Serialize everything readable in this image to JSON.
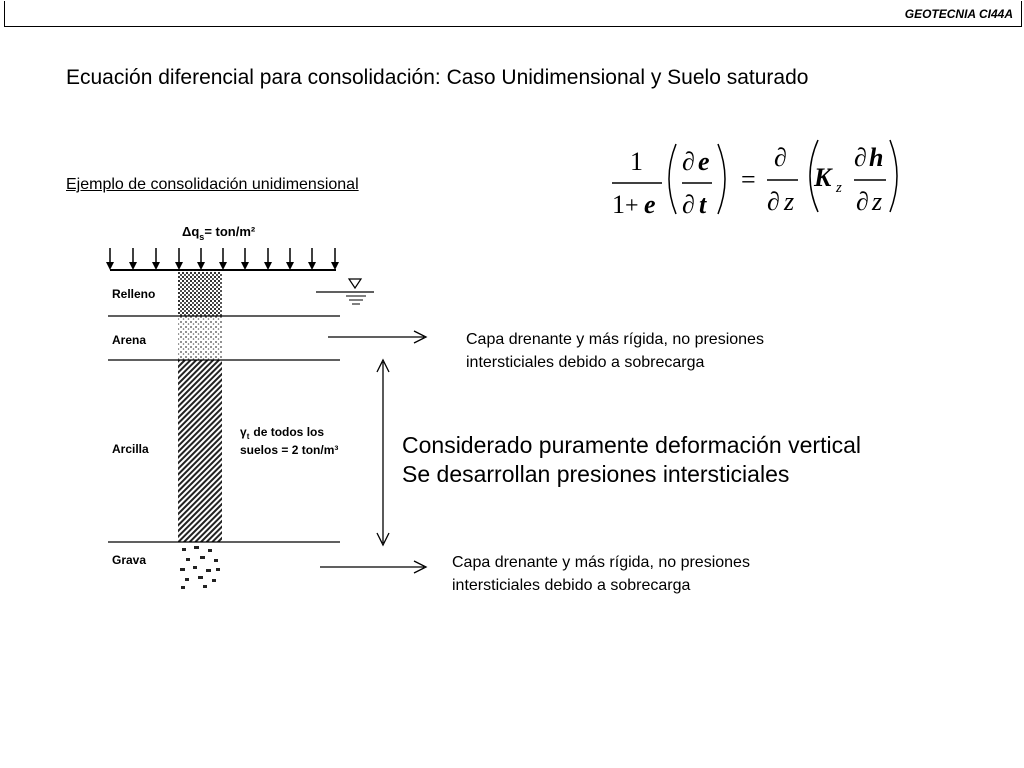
{
  "header": {
    "course_tag": "GEOTECNIA CI44A"
  },
  "title": "Ecuación diferencial para consolidación: Caso Unidimensional y Suelo saturado",
  "subtitle": "Ejemplo de consolidación unidimensional",
  "equation": {
    "lhs_numerator": "1",
    "lhs_denominator_one": "1",
    "lhs_denominator_plus": "+",
    "lhs_denominator_var": "e",
    "partial_symbol": "∂",
    "var_e": "e",
    "var_t": "t",
    "equals": "=",
    "var_z": "z",
    "coef_K": "K",
    "coef_sub": "z",
    "var_h": "h"
  },
  "diagram": {
    "load_label": "Δq",
    "load_subscript": "s",
    "load_units": "= ton/m²",
    "layers": [
      "Relleno",
      "Arena",
      "Arcilla",
      "Grava"
    ],
    "unit_weight_symbol": "γ",
    "unit_weight_subscript": "t",
    "unit_weight_line1": "de todos los",
    "unit_weight_line2": "suelos = 2 ton/m³"
  },
  "notes": {
    "top": [
      "Capa drenante y más rígida, no presiones",
      "intersticiales debido a sobrecarga"
    ],
    "bottom": [
      "Capa drenante y más rígida, no presiones",
      "intersticiales debido a sobrecarga"
    ]
  },
  "main_statement": [
    "Considerado puramente deformación vertical",
    "Se desarrollan presiones intersticiales"
  ]
}
